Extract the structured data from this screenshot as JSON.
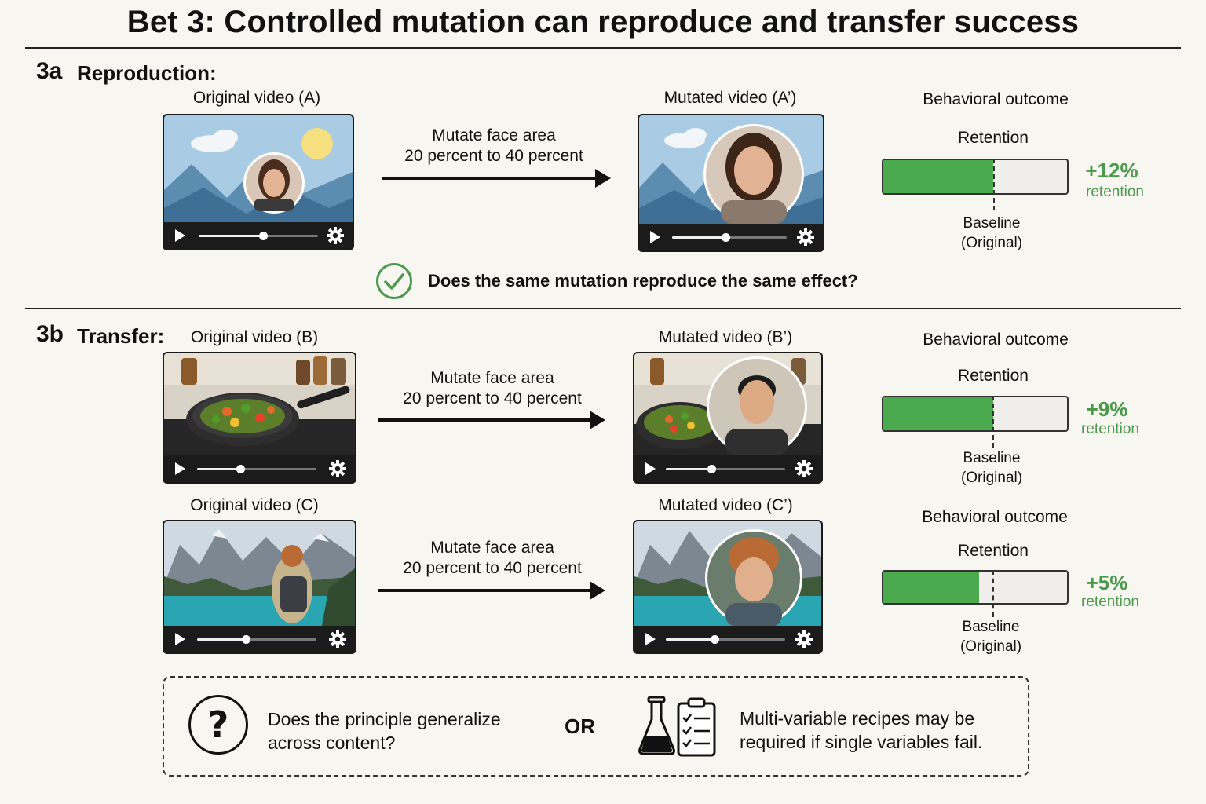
{
  "title": "Bet 3: Controlled mutation can reproduce and transfer success",
  "section_a": {
    "number": "3a",
    "name": "Reproduction:",
    "original_caption": "Original video (A)",
    "mutated_caption": "Mutated video (A’)",
    "mutation_line1": "Mutate face area",
    "mutation_line2": "20 percent to 40 percent",
    "outcome_title": "Behavioral outcome",
    "retention_label": "Retention",
    "baseline_line1": "Baseline",
    "baseline_line2": "(Original)",
    "gain": "+12%",
    "gain_unit": "retention",
    "retention_fill": 0.6,
    "question": "Does the same mutation reproduce the same effect?"
  },
  "section_b": {
    "number": "3b",
    "name": "Transfer:",
    "rows": [
      {
        "original_caption": "Original video (B)",
        "mutated_caption": "Mutated video (B’)",
        "mutation_line1": "Mutate face area",
        "mutation_line2": "20 percent to 40 percent",
        "outcome_title": "Behavioral outcome",
        "retention_label": "Retention",
        "baseline_line1": "Baseline",
        "baseline_line2": "(Original)",
        "gain": "+9%",
        "gain_unit": "retention",
        "retention_fill": 0.6
      },
      {
        "original_caption": "Original video (C)",
        "mutated_caption": "Mutated video (C’)",
        "mutation_line1": "Mutate face area",
        "mutation_line2": "20 percent to 40 percent",
        "outcome_title": "Behavioral outcome",
        "retention_label": "Retention",
        "baseline_line1": "Baseline",
        "baseline_line2": "(Original)",
        "gain": "+5%",
        "gain_unit": "retention",
        "retention_fill": 0.52
      }
    ]
  },
  "bottom": {
    "question_line1": "Does the principle generalize",
    "question_line2": "across content?",
    "or_label": "OR",
    "recipe_line1": "Multi-variable recipes may be",
    "recipe_line2": "required if single variables fail."
  },
  "colors": {
    "accent_green": "#4caa4e",
    "gain_text": "#4b9a4b"
  },
  "icons": [
    "play-icon",
    "gear-icon",
    "check-circle-icon",
    "question-circle-icon",
    "flask-icon",
    "checklist-icon"
  ]
}
